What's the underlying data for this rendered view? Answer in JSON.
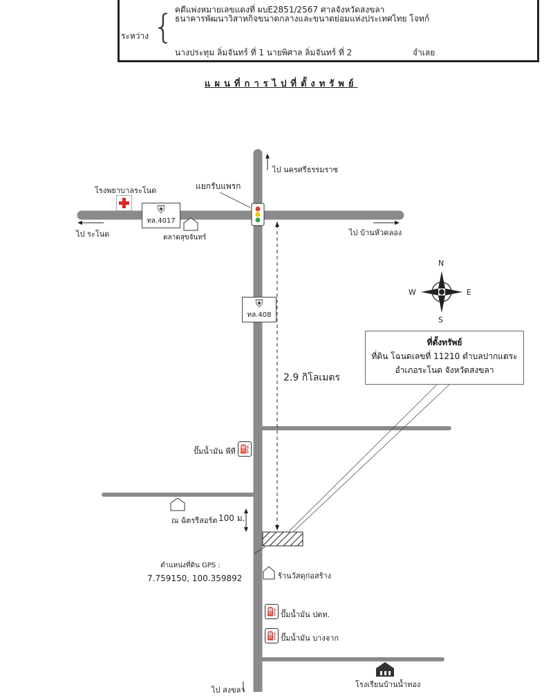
{
  "header": {
    "line0": "คดีแพ่งหมายเลขแดงที่ ผบE2851/2567 ศาลจังหวัดสงขลา",
    "line1": "ธนาคารพัฒนาวิสาหกิจขนาดกลางและขนาดย่อมแห่งประเทศไทย โจทก์",
    "between_label": "ระหว่าง",
    "line2": "นางประทุม ลิ่มจันทร์ ที่ 1 นายพิศาล ลิ่มจันทร์ ที่ 2",
    "defendant_label": "จำเลย"
  },
  "map_title": "แผนที่การไปที่ตั้งทรัพย์",
  "labels": {
    "to_north": "ไป นครศรีธรรมราช",
    "junction": "แยกรับแพรก",
    "hospital": "โรงพยาบาลระโนด",
    "route_4017": "ทล.4017",
    "route_408": "ทล.408",
    "to_west": "ไป ระโนด",
    "market": "ตลาดสุขจันทร์",
    "to_east": "ไป บ้านหัวคลอง",
    "distance": "2.9 กิโลเมตร",
    "pump_pt": "ปั๊มน้ำมัน พีที",
    "resort": "ณ ฉัตรรีสอร์ต",
    "dist_100": "100 ม.",
    "gps_label": "ตำแหน่งที่ดิน GPS :",
    "gps_value": "7.759150, 100.359892",
    "shop": "ร้านวัสดุก่อสร้าง",
    "pump_ptt": "ปั๊มน้ำมัน ปตท.",
    "pump_bangchak": "ปั๊มน้ำมัน บางจาก",
    "school": "โรงเรียนบ้านน้ำทอง",
    "to_south": "ไป สงขลา"
  },
  "compass": {
    "n": "N",
    "s": "S",
    "e": "E",
    "w": "W"
  },
  "location_box": {
    "line1": "ที่ตั้งทรัพย์",
    "line2": "ที่ดิน โฉนดเลขที่ 11210 ตำบลปากแตระ",
    "line3": "อำเภอระโนด จังหวัดสงขลา"
  },
  "colors": {
    "road": "#8a8a8a",
    "hospital_cross": "#d62828",
    "light_red": "#e03a2f",
    "light_yellow": "#f2c300",
    "light_green": "#3aa845"
  }
}
